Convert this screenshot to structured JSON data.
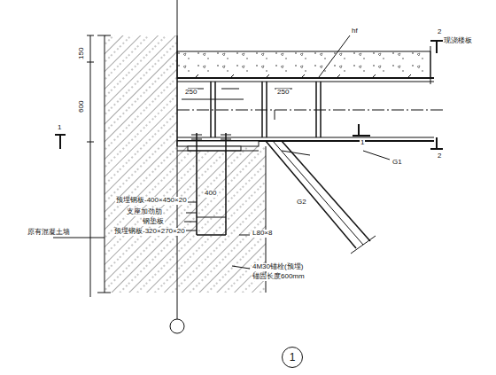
{
  "diagram": {
    "nodes": [
      {
        "text": [
          "1"
        ]
      }
    ],
    "edges": [],
    "labels": [
      "2",
      "2",
      "1",
      "1",
      "hf",
      "现浇楼板",
      "150",
      "600",
      "250",
      "250",
      "预埋钢板-400×450×20",
      "支座加劲肋",
      "钢垫板",
      "预埋钢板-320×270×20",
      "400",
      "L80×8",
      "4M30锚栓(预埋)",
      "锚固长度600mm",
      "G1",
      "G2",
      "原有混凝土墙"
    ]
  }
}
